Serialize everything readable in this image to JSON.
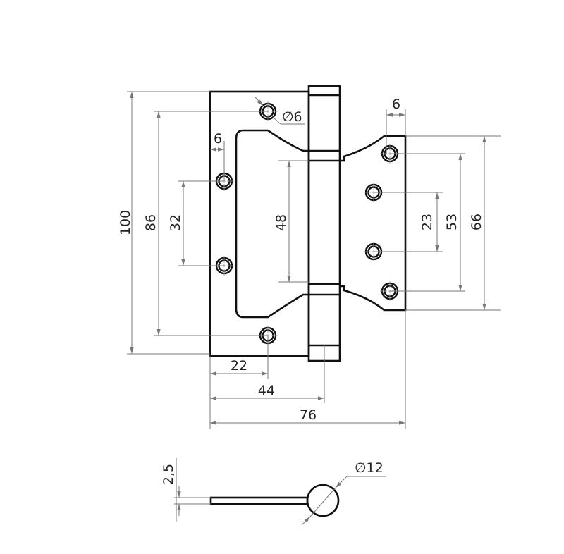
{
  "drawing": {
    "dimensions": {
      "overall_height": "100",
      "outer_hole_spacing": "86",
      "inner_hole_spacing_left": "32",
      "knuckle_middle": "48",
      "inner_hole_spacing_right": "23",
      "outer_hole_spacing_right": "53",
      "right_leaf_height": "66",
      "hole_edge_left": "6",
      "hole_edge_right": "6",
      "hole_diameter": "∅6",
      "hole_offset_width": "22",
      "knuckle_axis_width": "44",
      "overall_width": "76",
      "thickness": "2,5",
      "knuckle_diameter": "∅12"
    }
  }
}
